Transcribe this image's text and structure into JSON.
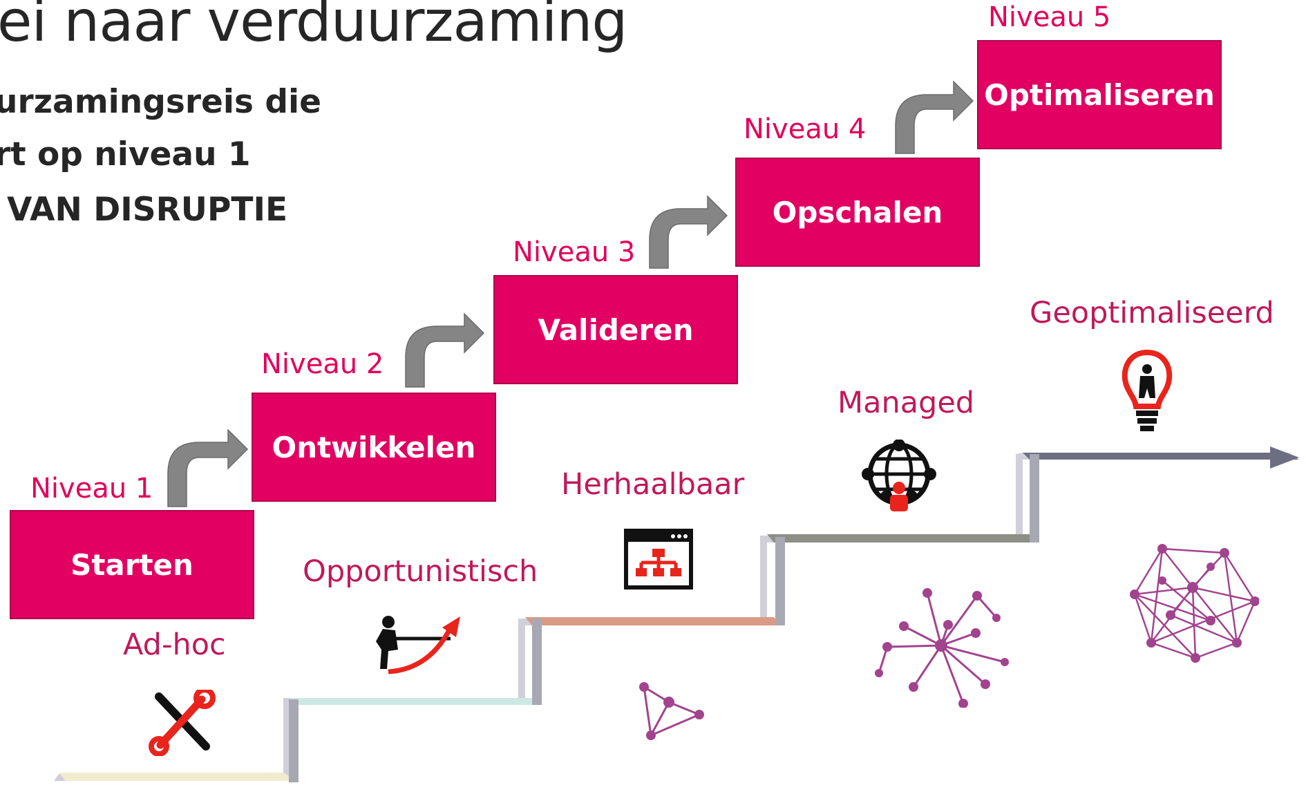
{
  "heading": {
    "title": "ei naar verduurzaming",
    "bullets": [
      "urzamingsreis die",
      "rt op niveau 1",
      "VAN DISRUPTIE"
    ]
  },
  "levels": [
    {
      "label": "Niveau 1",
      "name": "Starten"
    },
    {
      "label": "Niveau 2",
      "name": "Ontwikkelen"
    },
    {
      "label": "Niveau 3",
      "name": "Valideren"
    },
    {
      "label": "Niveau 4",
      "name": "Opschalen"
    },
    {
      "label": "Niveau 5",
      "name": "Optimaliseren"
    }
  ],
  "maturity": [
    "Ad-hoc",
    "Opportunistisch",
    "Herhaalbaar",
    "Managed",
    "Geoptimaliseerd"
  ],
  "icons": [
    "tools-icon",
    "pulling-person-growth-icon",
    "org-chart-window-icon",
    "globe-network-people-icon",
    "lightbulb-person-icon",
    "network-graph-icon"
  ],
  "colors": {
    "accent": "#e20062",
    "label": "#e2005a",
    "arrow": "#808080",
    "staircase": "#b8b8c4",
    "network": "#a2438e"
  }
}
